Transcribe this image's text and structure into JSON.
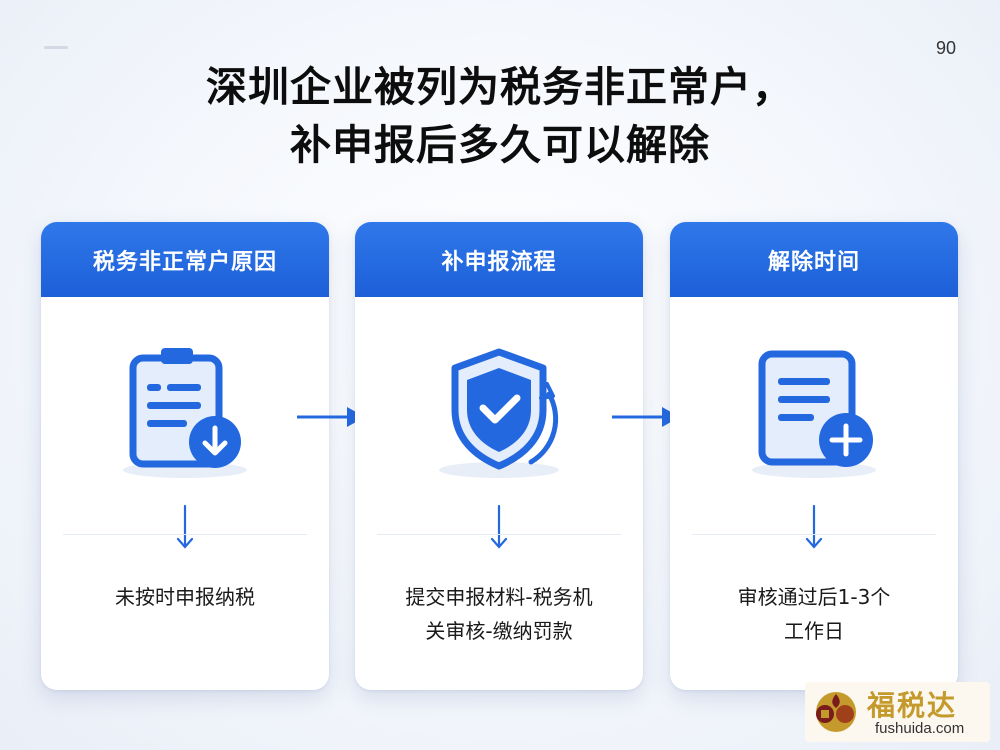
{
  "page": {
    "number": "90",
    "title_line1": "深圳企业被列为税务非正常户，",
    "title_line2": "补申报后多久可以解除"
  },
  "cards": [
    {
      "heading": "税务非正常户原因",
      "icon": "clipboard-download-icon",
      "text": "未按时申报纳税"
    },
    {
      "heading": "补申报流程",
      "icon": "shield-check-refresh-icon",
      "text": "提交申报材料-税务机\n关审核-缴纳罚款"
    },
    {
      "heading": "解除时间",
      "icon": "document-add-icon",
      "text": "审核通过后1-3个\n工作日"
    }
  ],
  "watermark": {
    "brand_cn": "福税达",
    "url": "fushuida.com"
  },
  "colors": {
    "accent": "#2468e0",
    "icon_light": "#e3edfc",
    "brand_gold": "#c49a2c"
  }
}
